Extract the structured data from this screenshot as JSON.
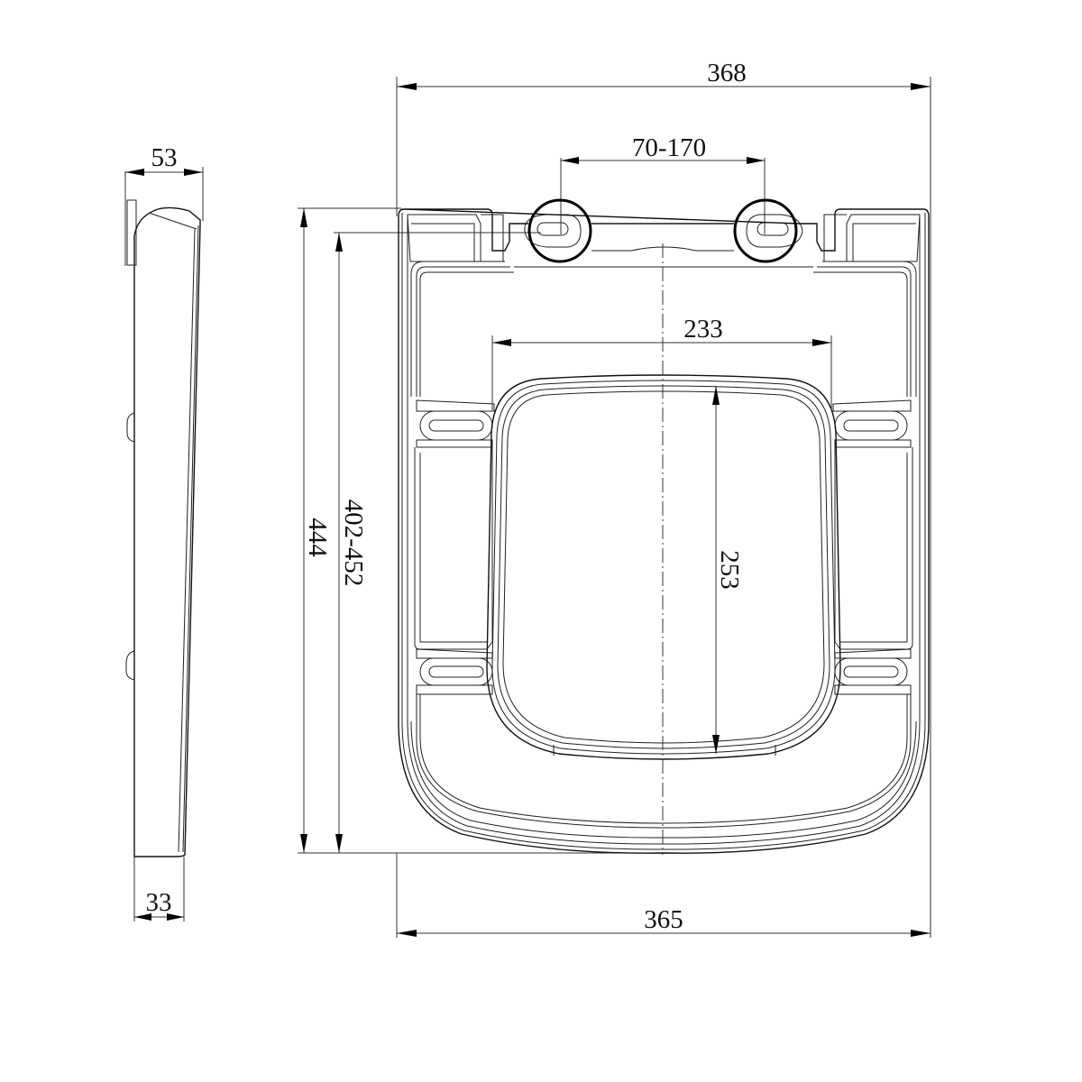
{
  "drawing": {
    "title": "Toilet seat dimension drawing",
    "views": [
      "side-view",
      "top-view"
    ],
    "line_color": "#000000",
    "background": "#ffffff"
  },
  "dimensions": {
    "overall_width_top": "368",
    "hinge_spacing": "70-170",
    "side_depth_top": "53",
    "side_depth_bottom": "33",
    "overall_length": "444",
    "fixing_length": "402-452",
    "opening_width": "233",
    "opening_length": "253",
    "overall_width_bottom": "365"
  }
}
